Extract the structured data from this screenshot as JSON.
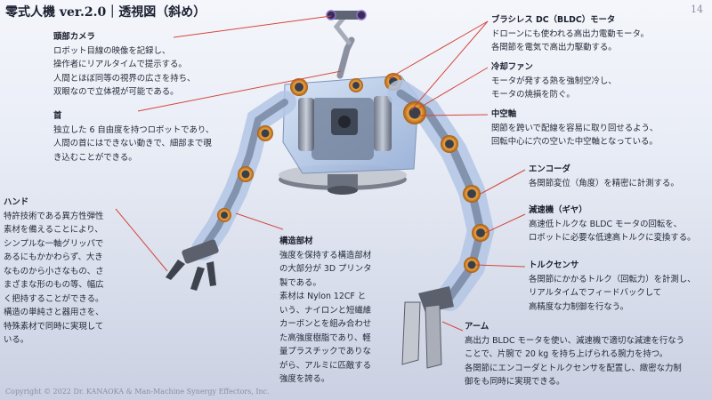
{
  "header": {
    "title": "零式人機 ver.2.0｜透視図（斜め）",
    "page_number": "14"
  },
  "footer": {
    "copyright": "Copyright © 2022 Dr. KANAOKA & Man-Machine Synergy Effectors, Inc."
  },
  "annotations": {
    "head_camera": {
      "title": "頭部カメラ",
      "text": "ロボット目線の映像を記録し、\n操作者にリアルタイムで提示する。\n人間とほぼ同等の視界の広さを持ち、\n双眼なので立体視が可能である。"
    },
    "neck": {
      "title": "首",
      "text": "独立した 6 自由度を持つロボットであり、\n人間の首にはできない動きで、細部まで覗\nき込むことができる。"
    },
    "hand": {
      "title": "ハンド",
      "text": "特許技術である異方性弾性\n素材を備えることにより、\nシンプルな一軸グリッパで\nあるにもかかわらず、大き\nなものから小さなもの、さ\nまざまな形のもの等、幅広\nく把持することができる。\n構造の単純さと器用さを、\n特殊素材で同時に実現して\nいる。"
    },
    "structure": {
      "title": "構造部材",
      "text": "強度を保持する構造部材\nの大部分が 3D プリンタ\n製である。\n素材は Nylon 12CF と\nいう、ナイロンと短繊維\nカーボンとを組み合わせ\nた高強度樹脂であり、軽\n量プラスチックでありな\nがら、アルミに匹敵する\n強度を誇る。"
    },
    "bldc_motor": {
      "title": "ブラシレス DC（BLDC）モータ",
      "text": "ドローンにも使われる高出力電動モータ。\n各関節を電気で高出力駆動する。"
    },
    "cooling_fan": {
      "title": "冷却ファン",
      "text": "モータが発する熱を強制空冷し、\nモータの焼損を防ぐ。"
    },
    "hollow_shaft": {
      "title": "中空軸",
      "text": "関節を跨いで配線を容易に取り回せるよう、\n回転中心に穴の空いた中空軸となっている。"
    },
    "encoder": {
      "title": "エンコーダ",
      "text": "各関節変位（角度）を精密に計測する。"
    },
    "reducer": {
      "title": "減速機（ギヤ）",
      "text": "高速低トルクな BLDC モータの回転を、\nロボットに必要な低速高トルクに変換する。"
    },
    "torque_sensor": {
      "title": "トルクセンサ",
      "text": "各関節にかかるトルク（回転力）を計測し、\nリアルタイムでフィードバックして\n高精度な力制御を行なう。"
    },
    "arm": {
      "title": "アーム",
      "text": "高出力 BLDC モータを使い、減速機で適切な減速を行なう\nことで、片腕で 20 kg を持ち上げられる腕力を持つ。\n各関節にエンコーダとトルクセンサを配置し、緻密な力制\n御をも同時に実現できる。"
    }
  },
  "colors": {
    "accent": "#c0281d",
    "leader_line": "#d4473b",
    "shell": "#aac3e6",
    "orange_ring": "#e08a2c"
  }
}
